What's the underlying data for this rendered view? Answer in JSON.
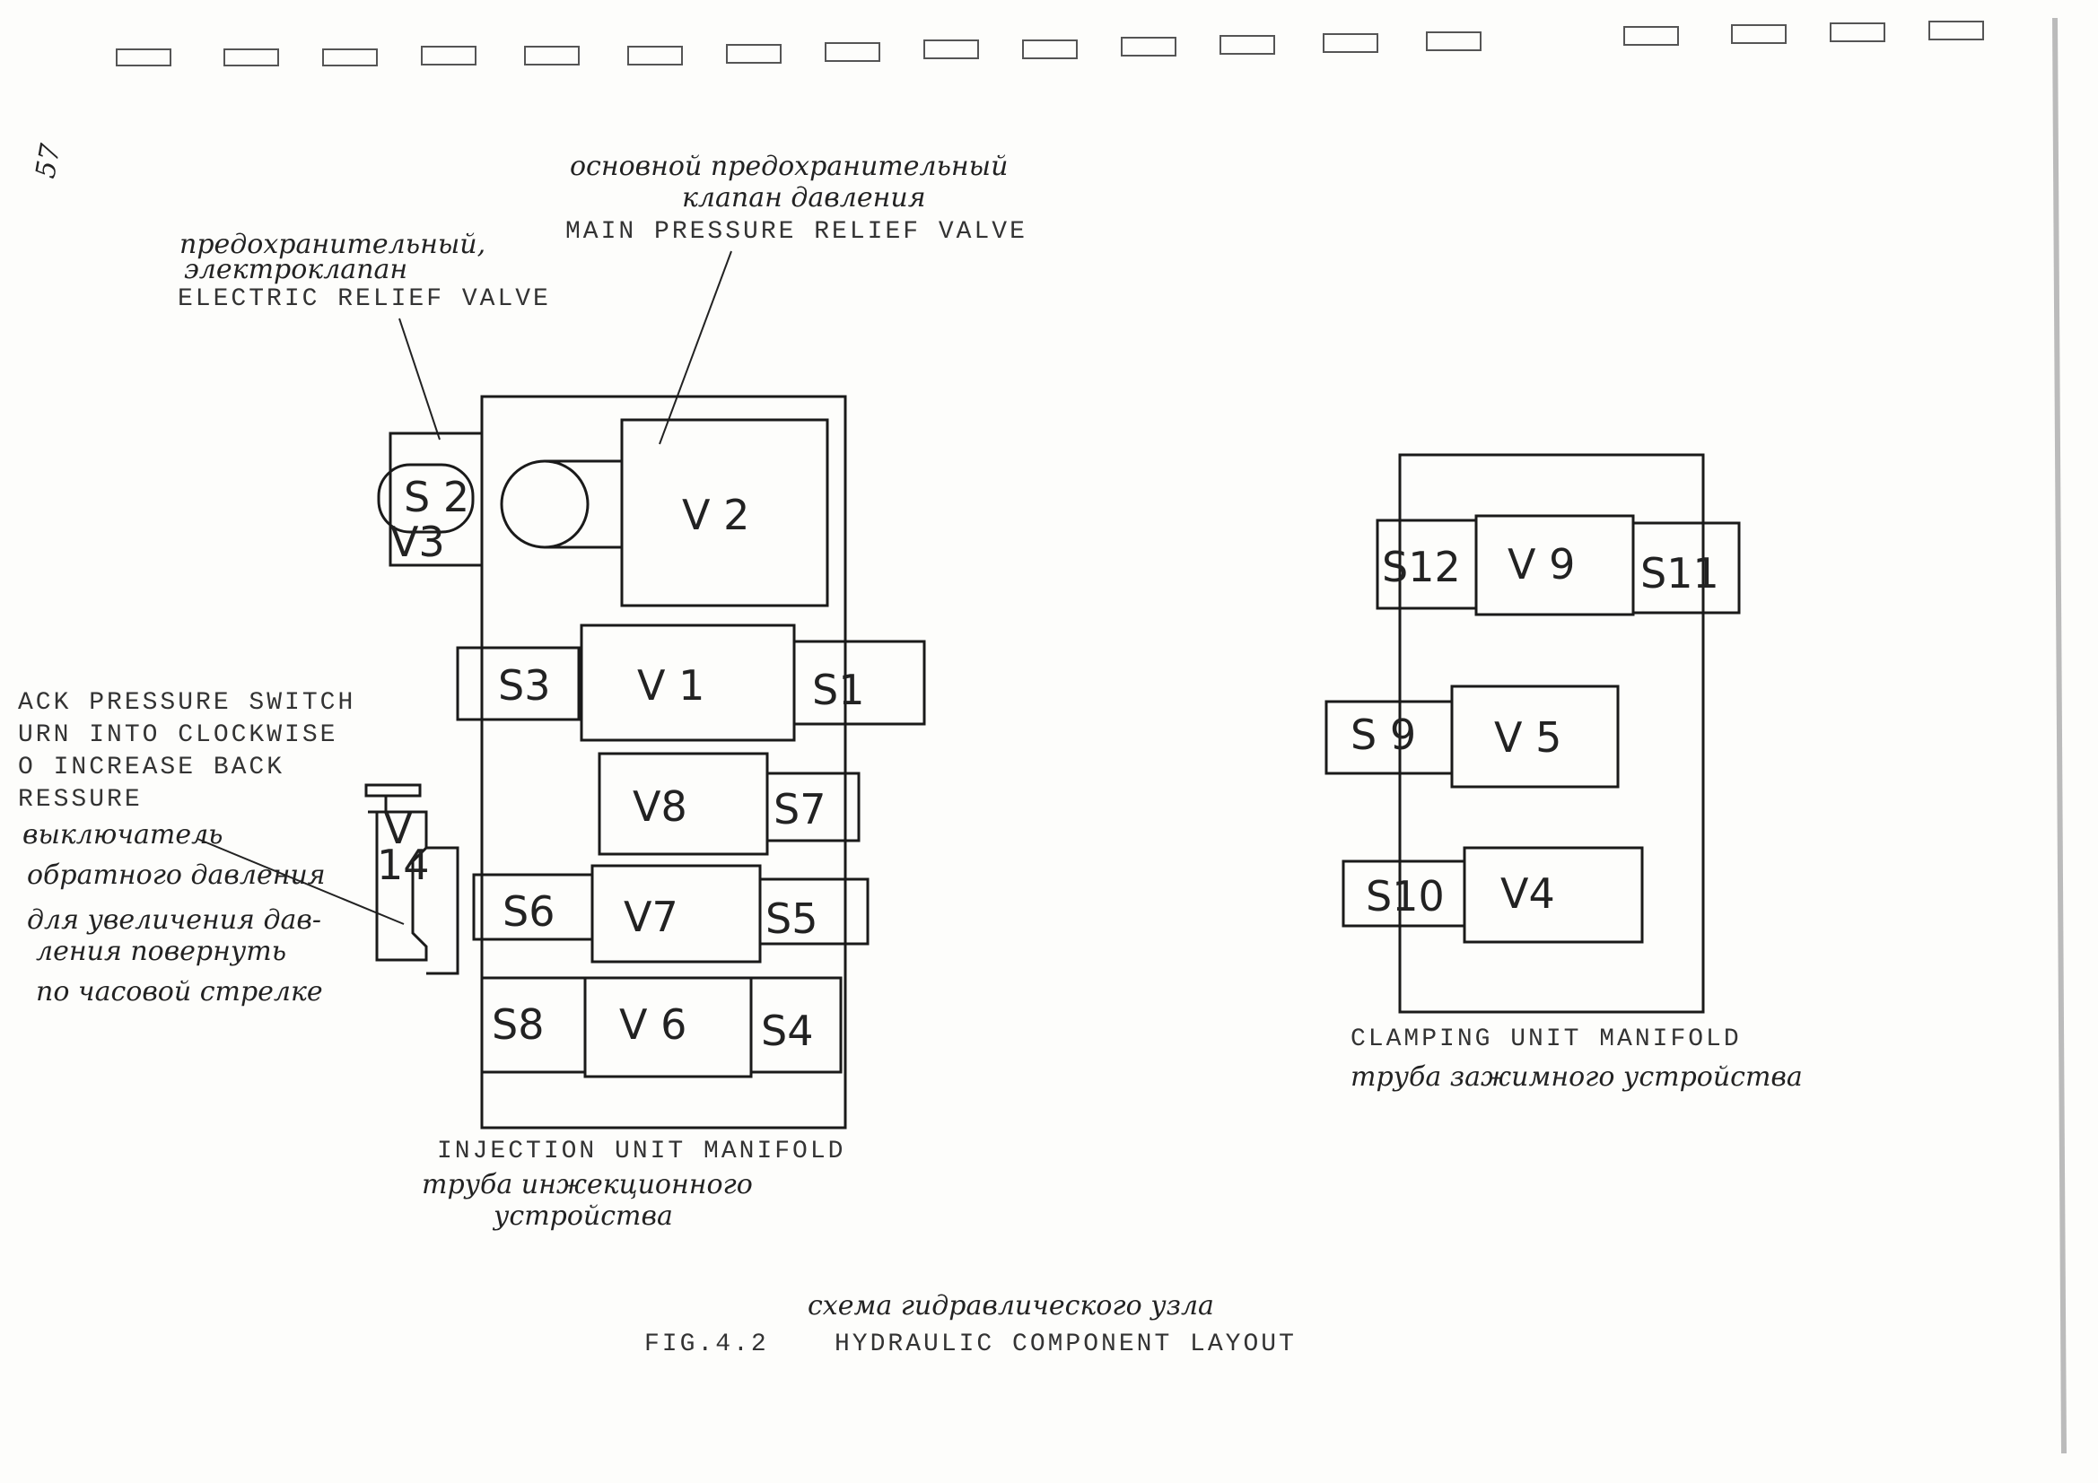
{
  "page_number": "57",
  "annotations": {
    "main_relief_ru_1": "основной предохранительный",
    "main_relief_ru_2": "клапан давления",
    "main_relief_en": "MAIN PRESSURE RELIEF VALVE",
    "electric_relief_ru_1": "предохранительный,",
    "electric_relief_ru_2": "электроклапан",
    "electric_relief_en": "ELECTRIC RELIEF VALVE",
    "back_pressure_en": [
      "ACK PRESSURE SWITCH",
      "URN INTO CLOCKWISE",
      "O INCREASE BACK",
      "RESSURE"
    ],
    "back_pressure_ru": [
      "выключатель",
      "обратного давления",
      "для увеличения дав-",
      "ления повернуть",
      "по часовой стрелке"
    ]
  },
  "injection_manifold": {
    "title_en": "INJECTION UNIT MANIFOLD",
    "title_ru_1": "труба инжекционного",
    "title_ru_2": "устройства",
    "components": {
      "s2": "S 2",
      "v3": "V3",
      "v2": "V 2",
      "s3": "S3",
      "v1": "V 1",
      "s1": "S1",
      "v8": "V8",
      "s7": "S7",
      "s6": "S6",
      "v7": "V7",
      "s5": "S5",
      "s8": "S8",
      "v6": "V 6",
      "s4": "S4",
      "v14_a": "V",
      "v14_b": "14"
    }
  },
  "clamping_manifold": {
    "title_en": "CLAMPING UNIT MANIFOLD",
    "title_ru": "труба зажимного устройства",
    "components": {
      "s12": "S12",
      "v9": "V 9",
      "s11": "S11",
      "s9": "S 9",
      "v5": "V 5",
      "s10": "S10",
      "v4": "V4"
    }
  },
  "figure": {
    "caption_ru": "схема гидравлического узла",
    "number": "FIG.4.2",
    "caption_en": "HYDRAULIC COMPONENT LAYOUT"
  }
}
